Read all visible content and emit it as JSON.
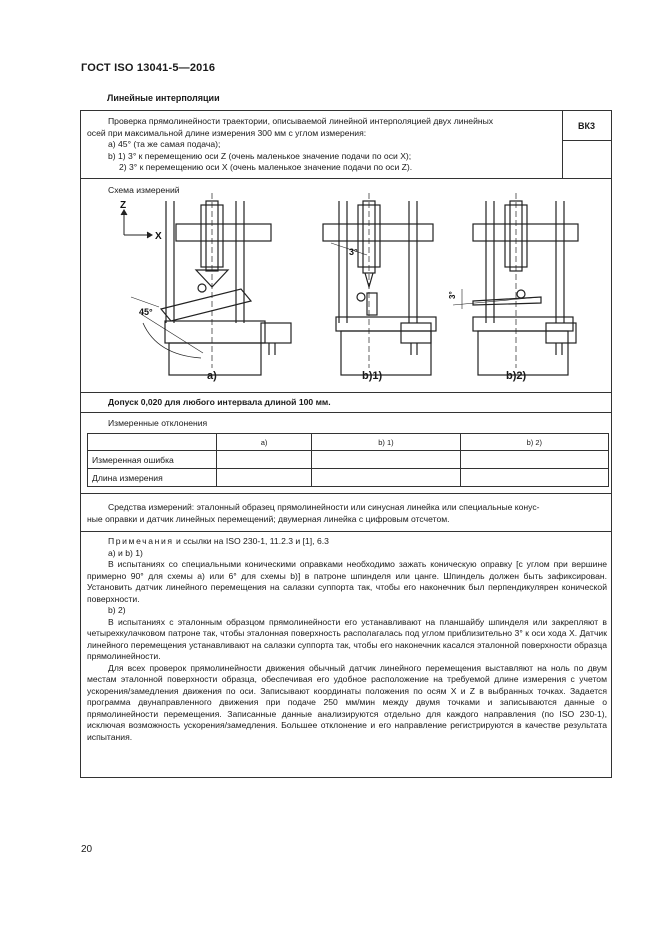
{
  "header": {
    "standard": "ГОСТ ISO 13041-5—2016"
  },
  "section_title": "Линейные интерполяции",
  "check": {
    "code": "ВК3",
    "line1": "Проверка прямолинейности траектории, описываемой линейной интерполяцией двух линейных",
    "line2": "осей при максимальной длине измерения 300 мм с углом измерения:",
    "line3": "a) 45° (та же самая подача);",
    "line4": "b) 1) 3° к перемещению оси Z (очень маленькое значение подачи по оси X);",
    "line5": "2) 3° к перемещению оси X (очень маленькое значение подачи по оси Z)."
  },
  "scheme": {
    "label": "Схема измерений",
    "axis_z": "Z",
    "axis_x": "X",
    "angle_a": "45°",
    "angle_b1": "3°",
    "angle_b2": "3°",
    "fig_a": "a)",
    "fig_b1": "b)1)",
    "fig_b2": "b)2)"
  },
  "tolerance": "Допуск 0,020 для любого интервала длиной 100 мм.",
  "measured": {
    "label": "Измеренные отклонения",
    "columns": [
      "a)",
      "b) 1)",
      "b) 2)"
    ],
    "rows": [
      {
        "label": "Измеренная ошибка",
        "values": [
          "",
          "",
          ""
        ]
      },
      {
        "label": "Длина измерения",
        "values": [
          "",
          "",
          ""
        ]
      }
    ]
  },
  "tools": {
    "line1": "Средства измерений: эталонный образец прямолинейности или синусная линейка или специальные конус-",
    "line2": "ные оправки и датчик линейных перемещений; двумерная линейка с цифровым отсчетом."
  },
  "notes": {
    "heading_word": "Примечания",
    "heading_rest": " и ссылки на ISO 230-1, 11.2.3 и [1], 6.3",
    "sub1": "a) и b) 1)",
    "para1": "В испытаниях со специальными коническими оправками необходимо зажать коническую оправку [с углом при вершине примерно 90° для схемы a) или 6° для схемы b)] в патроне шпинделя или цанге. Шпиндель должен быть зафиксирован. Установить датчик линейного перемещения на салазки суппорта так, чтобы его наконечник был перпендикулярен конической поверхности.",
    "sub2": "b) 2)",
    "para2": "В испытаниях с эталонным образцом прямолинейности его устанавливают на планшайбу шпинделя или закрепляют в четырехкулачковом патроне так, чтобы эталонная поверхность располагалась под углом приблизительно 3° к оси хода X. Датчик линейного перемещения устанавливают на салазки суппорта так, чтобы его наконечник касался эталонной поверхности образца прямолинейности.",
    "para3": "Для всех проверок прямолинейности движения обычный датчик линейного перемещения выставляют на ноль по двум местам эталонной поверхности образца, обеспечивая его удобное расположение на требуемой длине измерения с учетом ускорения/замедления движения по оси. Записывают координаты положения по осям X и Z в выбранных точках. Задается программа двунаправленного движения при подаче 250 мм/мин между двумя точками и записываются данные о прямолинейности перемещения. Записанные данные анализируются отдельно для каждого направления (по ISO 230-1), исключая возможность ускорения/замедления. Большее отклонение и его направление регистрируются в качестве результата испытания."
  },
  "page_number": "20"
}
